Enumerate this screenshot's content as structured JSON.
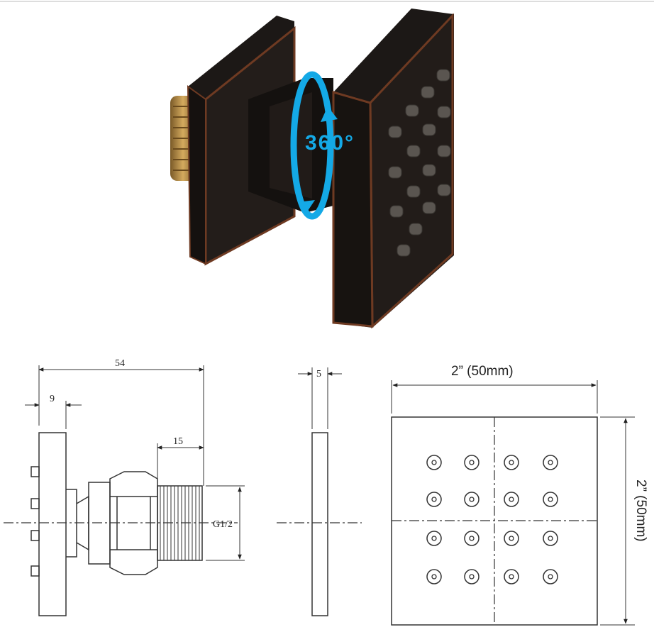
{
  "product_photo": {
    "rotation_label": "360°",
    "colors": {
      "body": "#1c1816",
      "edge": "#6e3a22",
      "thread": "#b58b45",
      "arrow": "#14a9e6",
      "nozzle": "#5a5550"
    }
  },
  "side_view": {
    "overall_length": "54",
    "flange_thickness": "9",
    "thread_length": "15",
    "thread_spec": "G1/2"
  },
  "thickness_view": {
    "thickness": "5"
  },
  "front_view": {
    "width_label": "2” (50mm)",
    "height_label": "2” (50mm)",
    "nozzle_rows": 4,
    "nozzle_cols": 4
  }
}
